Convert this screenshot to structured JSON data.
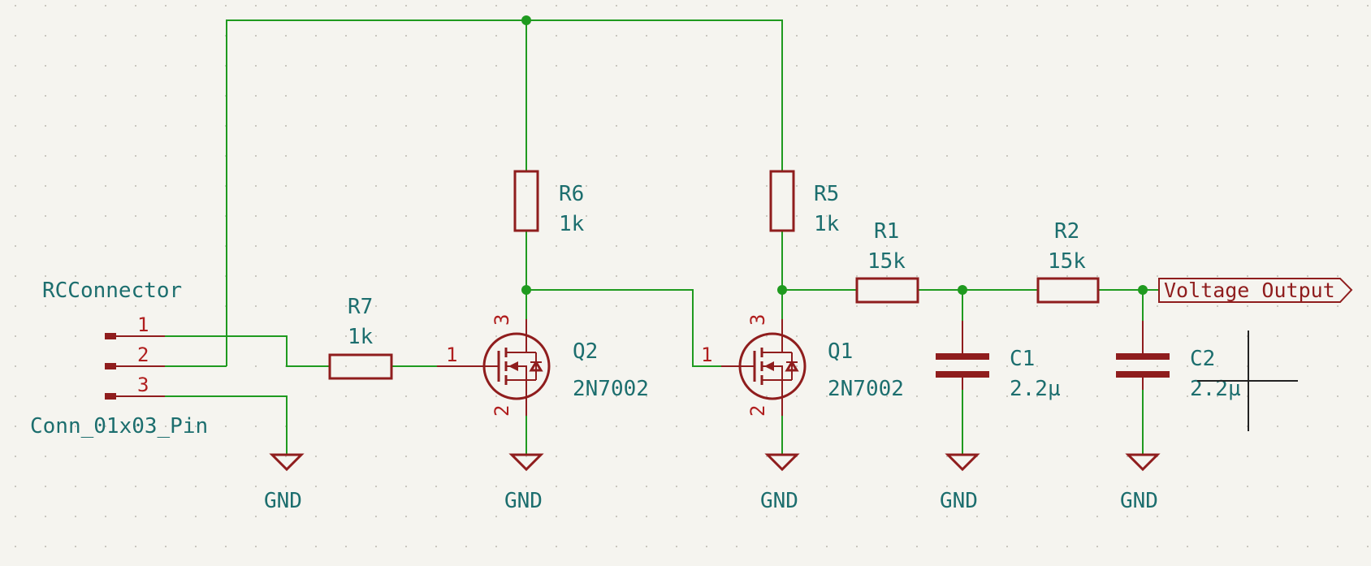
{
  "connector": {
    "ref": "RCConnector",
    "value": "Conn_01x03_Pin",
    "pins": [
      "1",
      "2",
      "3"
    ]
  },
  "r7": {
    "ref": "R7",
    "value": "1k"
  },
  "r6": {
    "ref": "R6",
    "value": "1k"
  },
  "r5": {
    "ref": "R5",
    "value": "1k"
  },
  "r1": {
    "ref": "R1",
    "value": "15k"
  },
  "r2": {
    "ref": "R2",
    "value": "15k"
  },
  "q2": {
    "ref": "Q2",
    "value": "2N7002",
    "pins": {
      "gate": "1",
      "drain": "3",
      "source": "2"
    }
  },
  "q1": {
    "ref": "Q1",
    "value": "2N7002",
    "pins": {
      "gate": "1",
      "drain": "3",
      "source": "2"
    }
  },
  "c1": {
    "ref": "C1",
    "value": "2.2µ"
  },
  "c2": {
    "ref": "C2",
    "value": "2.2µ"
  },
  "gnd_label": "GND",
  "output_label": "Voltage Output",
  "colors": {
    "wire": "#1f9a1f",
    "component": "#8f1d1d",
    "text": "#1c6e6e",
    "background": "#f5f4ef"
  }
}
